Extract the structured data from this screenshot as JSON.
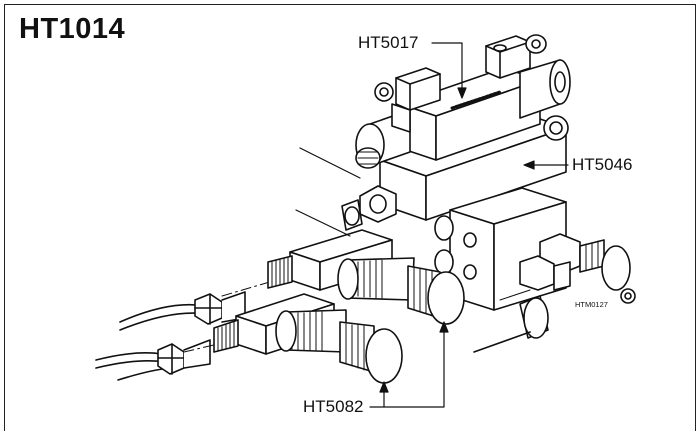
{
  "title": "HT1014",
  "callouts": {
    "top_valve": "HT5017",
    "manifold": "HT5046",
    "relief_valves": "HT5082"
  },
  "drawing_code": "HTM0127",
  "colors": {
    "ink": "#111111",
    "paper": "#ffffff"
  }
}
